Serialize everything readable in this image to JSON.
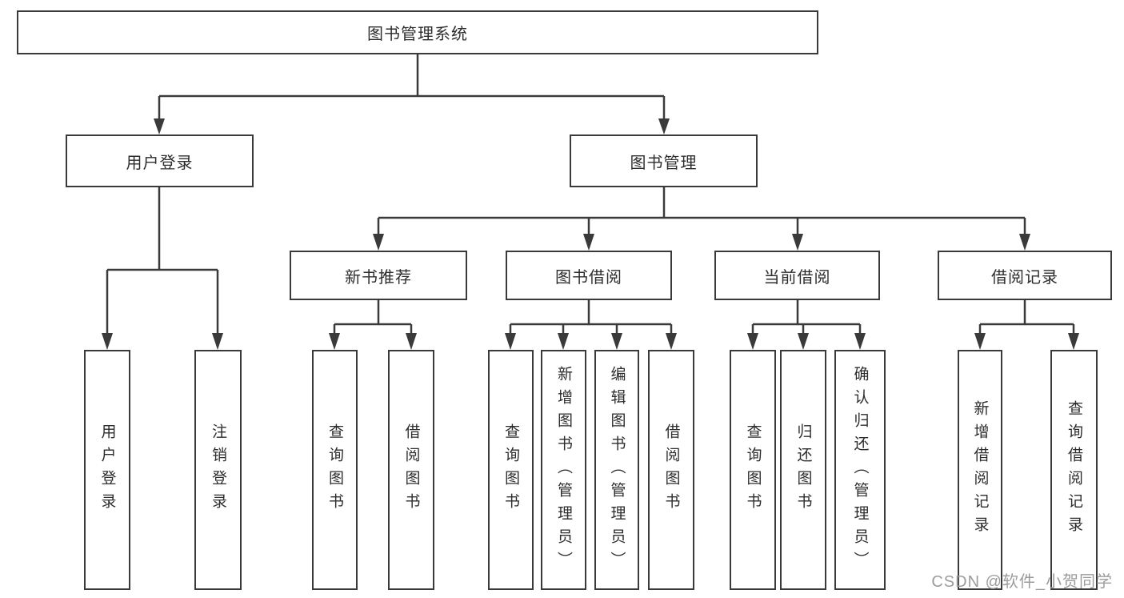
{
  "title": "图书管理系统",
  "watermark": "CSDN @软件_小贺同学",
  "colors": {
    "line": "#3a3a3a",
    "text": "#2d2d2d",
    "background": "#ffffff",
    "watermark": "#9c9c9c"
  },
  "tree": {
    "root": "图书管理系统",
    "level2": [
      {
        "label": "用户登录",
        "children": [
          "用户登录",
          "注销登录"
        ]
      },
      {
        "label": "图书管理"
      }
    ],
    "level3": [
      {
        "label": "新书推荐",
        "children": [
          "查询图书",
          "借阅图书"
        ]
      },
      {
        "label": "图书借阅",
        "children": [
          "查询图书",
          "新增图书（管理员）",
          "编辑图书（管理员）",
          "借阅图书"
        ]
      },
      {
        "label": "当前借阅",
        "children": [
          "查询图书",
          "归还图书",
          "确认归还（管理员）"
        ]
      },
      {
        "label": "借阅记录",
        "children": [
          "新增借阅记录",
          "查询借阅记录"
        ]
      }
    ]
  }
}
